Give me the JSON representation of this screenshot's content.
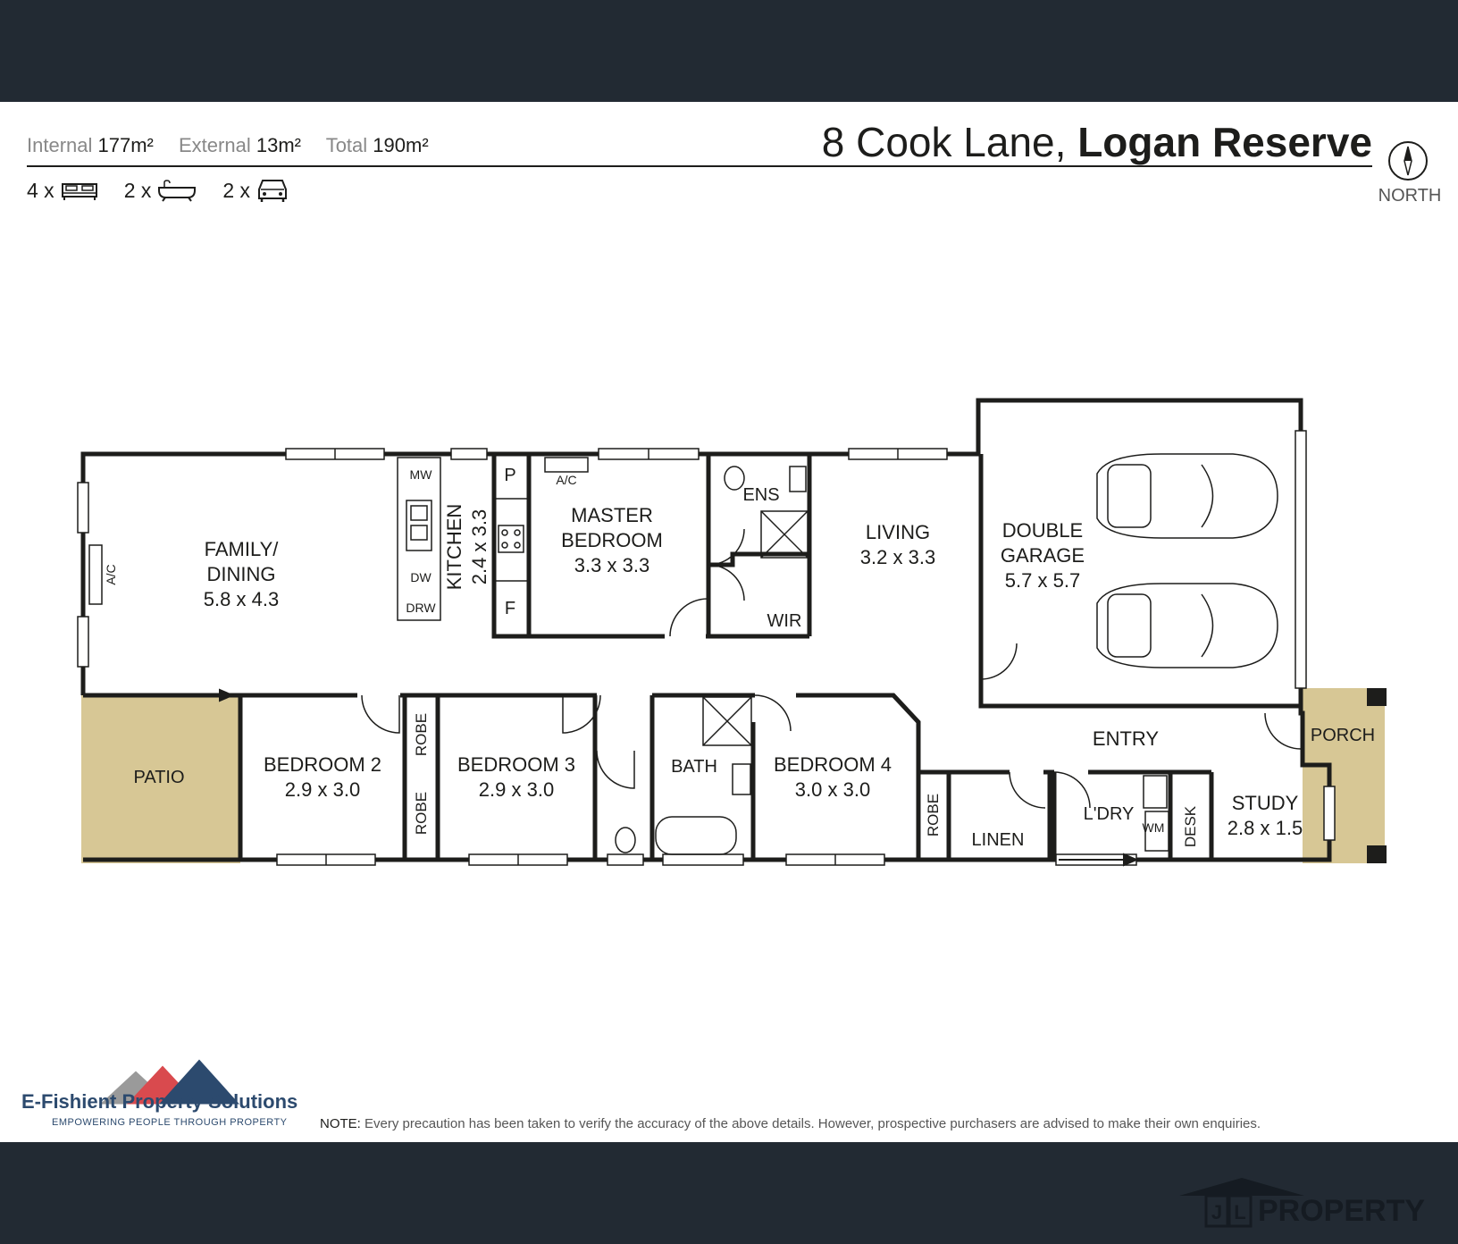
{
  "header": {
    "stats": [
      {
        "label": "Internal",
        "value": "177m²"
      },
      {
        "label": "External",
        "value": "13m²"
      },
      {
        "label": "Total",
        "value": "190m²"
      }
    ],
    "address_street": "8 Cook Lane,",
    "address_suburb": "Logan Reserve",
    "counts": [
      {
        "count": "4 x",
        "icon": "bed-icon"
      },
      {
        "count": "2 x",
        "icon": "bath-icon"
      },
      {
        "count": "2 x",
        "icon": "car-icon"
      }
    ],
    "compass_label": "NORTH"
  },
  "rooms": {
    "family": {
      "name": "FAMILY/ DINING",
      "line1": "FAMILY/",
      "line2": "DINING",
      "size": "5.8 x 4.3"
    },
    "kitchen": {
      "name": "KITCHEN",
      "size": "2.4 x 3.3"
    },
    "master": {
      "line1": "MASTER",
      "line2": "BEDROOM",
      "size": "3.3 x 3.3"
    },
    "living": {
      "name": "LIVING",
      "size": "3.2 x 3.3"
    },
    "garage": {
      "line1": "DOUBLE",
      "line2": "GARAGE",
      "size": "5.7 x 5.7"
    },
    "patio": {
      "name": "PATIO"
    },
    "bed2": {
      "name": "BEDROOM 2",
      "size": "2.9 x 3.0"
    },
    "bed3": {
      "name": "BEDROOM 3",
      "size": "2.9 x 3.0"
    },
    "bath": {
      "name": "BATH"
    },
    "bed4": {
      "name": "BEDROOM 4",
      "size": "3.0 x 3.0"
    },
    "entry": {
      "name": "ENTRY"
    },
    "porch": {
      "name": "PORCH"
    },
    "linen": {
      "name": "LINEN"
    },
    "laundry": {
      "name": "L'DRY"
    },
    "study": {
      "name": "STUDY",
      "size": "2.8 x 1.5"
    },
    "ensuite": {
      "name": "ENS"
    },
    "wir": {
      "name": "WIR"
    }
  },
  "fixtures": {
    "ac_family": "A/C",
    "ac_master": "A/C",
    "mw": "MW",
    "dw": "DW",
    "drw": "DRW",
    "pantry": "P",
    "fridge": "F",
    "robe_a": "ROBE",
    "robe_b": "ROBE",
    "robe_c": "ROBE",
    "wm": "WM",
    "desk": "DESK"
  },
  "footer": {
    "brand": "E-Fishient Property Solutions",
    "tagline": "EMPOWERING PEOPLE THROUGH PROPERTY",
    "note_label": "NOTE:",
    "note_text": "Every precaution has been taken to verify the accuracy of the above details. However, prospective purchasers are advised to make their own enquiries.",
    "agency_logo_text": "JL PROPERTY"
  },
  "colors": {
    "band": "#222a33",
    "outdoor": "#d7c795",
    "wall": "#1d1d1b",
    "logo_grey": "#9a9a9a",
    "logo_red": "#d94a4e",
    "logo_navy": "#2c4a6e"
  }
}
